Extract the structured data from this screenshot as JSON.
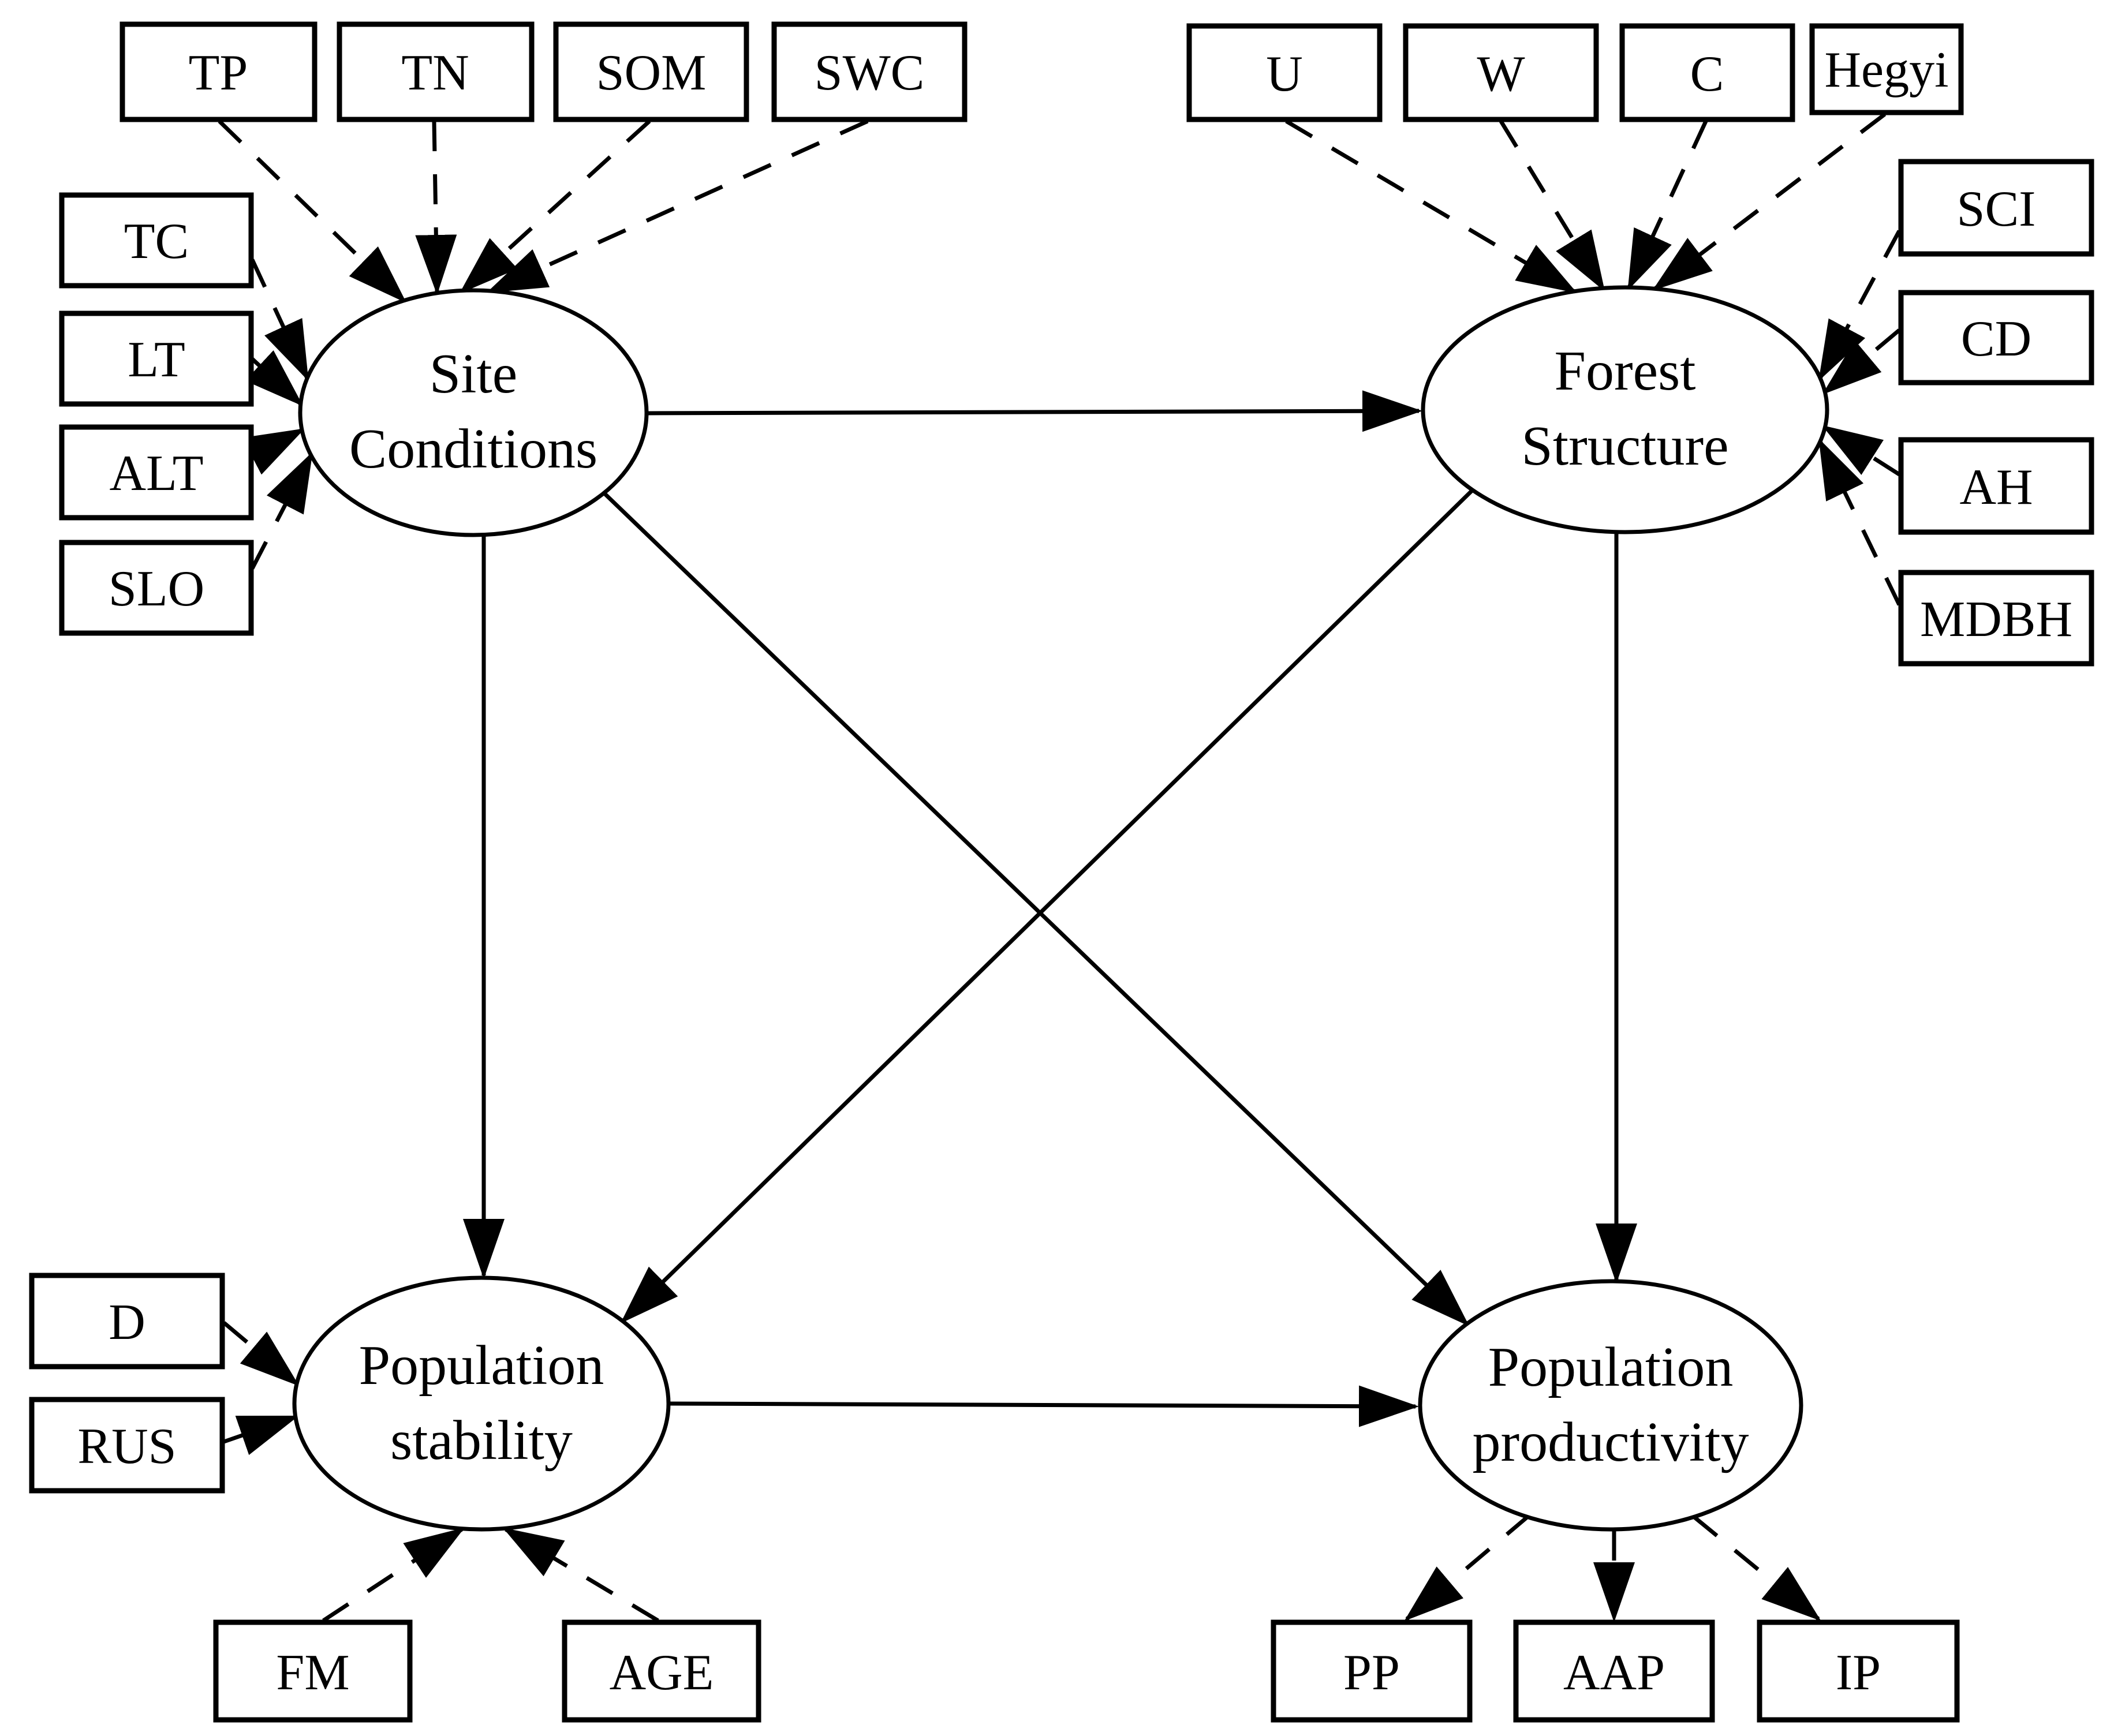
{
  "figure": {
    "type": "sem-path-diagram",
    "colors": {
      "ink": "#000000",
      "background": "#ffffff"
    },
    "latent_variables": {
      "site": {
        "line1": "Site",
        "line2": "Conditions"
      },
      "forest": {
        "line1": "Forest",
        "line2": "Structure"
      },
      "stability": {
        "line1": "Population",
        "line2": "stability"
      },
      "productivity": {
        "line1": "Population",
        "line2": "productivity"
      }
    },
    "observed_variables": {
      "tp": "TP",
      "tn": "TN",
      "som": "SOM",
      "swc": "SWC",
      "u": "U",
      "w": "W",
      "c": "C",
      "hegyi": "Hegyi",
      "tc": "TC",
      "lt": "LT",
      "alt": "ALT",
      "slo": "SLO",
      "sci": "SCI",
      "cd": "CD",
      "ah": "AH",
      "mdbh": "MDBH",
      "d": "D",
      "rus": "RUS",
      "fm": "FM",
      "age": "AGE",
      "pp": "PP",
      "aap": "AAP",
      "ip": "IP"
    },
    "structural_paths": [
      "Site Conditions -> Forest Structure",
      "Site Conditions -> Population stability",
      "Site Conditions -> Population productivity",
      "Forest Structure -> Population stability",
      "Forest Structure -> Population productivity",
      "Population stability -> Population productivity"
    ]
  }
}
